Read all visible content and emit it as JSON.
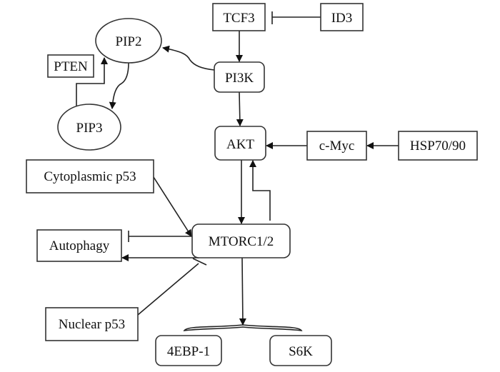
{
  "diagram": {
    "type": "signaling-pathway",
    "nodes": {
      "tcf3": {
        "label": "TCF3",
        "shape": "rect"
      },
      "id3": {
        "label": "ID3",
        "shape": "rect"
      },
      "pi3k": {
        "label": "PI3K",
        "shape": "rounded-rect"
      },
      "pip2": {
        "label": "PIP2",
        "shape": "ellipse"
      },
      "pten": {
        "label": "PTEN",
        "shape": "rect"
      },
      "pip3": {
        "label": "PIP3",
        "shape": "ellipse"
      },
      "akt": {
        "label": "AKT",
        "shape": "rounded-rect"
      },
      "cmyc": {
        "label": "c-Myc",
        "shape": "rect"
      },
      "hsp": {
        "label": "HSP70/90",
        "shape": "rect"
      },
      "cyto_p53": {
        "label": "Cytoplasmic p53",
        "shape": "rect"
      },
      "autophagy": {
        "label": "Autophagy",
        "shape": "rect"
      },
      "mtorc": {
        "label": "MTORC1/2",
        "shape": "rounded-rect"
      },
      "nuclear_p53": {
        "label": "Nuclear p53",
        "shape": "rect"
      },
      "ebp1": {
        "label": "4EBP-1",
        "shape": "rounded-rect"
      },
      "s6k": {
        "label": "S6K",
        "shape": "rounded-rect"
      }
    },
    "edges": [
      {
        "from": "id3",
        "to": "tcf3",
        "type": "inhibits"
      },
      {
        "from": "tcf3",
        "to": "pi3k",
        "type": "activates"
      },
      {
        "from": "pi3k",
        "to": "pip2",
        "type": "activates"
      },
      {
        "from": "pip2",
        "to": "pip3",
        "type": "activates"
      },
      {
        "from": "pip3",
        "to": "pip2",
        "type": "activates",
        "via": "pten"
      },
      {
        "from": "pi3k",
        "to": "akt",
        "type": "activates"
      },
      {
        "from": "cmyc",
        "to": "akt",
        "type": "activates"
      },
      {
        "from": "hsp",
        "to": "cmyc",
        "type": "activates"
      },
      {
        "from": "akt",
        "to": "mtorc",
        "type": "activates"
      },
      {
        "from": "mtorc",
        "to": "akt",
        "type": "activates"
      },
      {
        "from": "cyto_p53",
        "to": "mtorc",
        "type": "activates"
      },
      {
        "from": "mtorc",
        "to": "autophagy",
        "type": "inhibits"
      },
      {
        "from": "mtorc",
        "to": "autophagy",
        "type": "activates",
        "blocked_by": "nuclear_p53"
      },
      {
        "from": "mtorc",
        "to": [
          "ebp1",
          "s6k"
        ],
        "type": "activates"
      }
    ]
  }
}
